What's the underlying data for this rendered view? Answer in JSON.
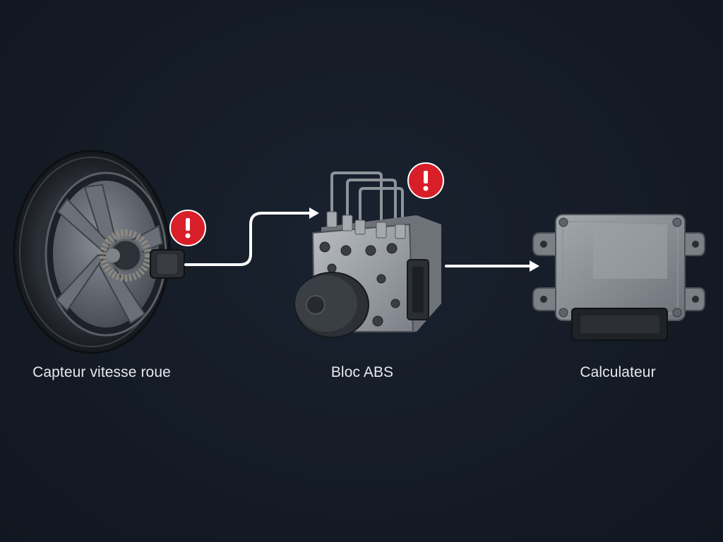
{
  "components": [
    {
      "id": "wheel",
      "label": "Capteur vitesse roue",
      "alert": true
    },
    {
      "id": "abs",
      "label": "Bloc ABS",
      "alert": true
    },
    {
      "id": "ecu",
      "label": "Calculateur",
      "alert": false
    }
  ],
  "colors": {
    "background": "#141b25",
    "arrow": "#ffffff",
    "alert": "#d81e28",
    "label": "#e6e9ee"
  },
  "icons": {
    "alert": "warning-exclamation-icon",
    "flow": "arrow-right-icon"
  }
}
